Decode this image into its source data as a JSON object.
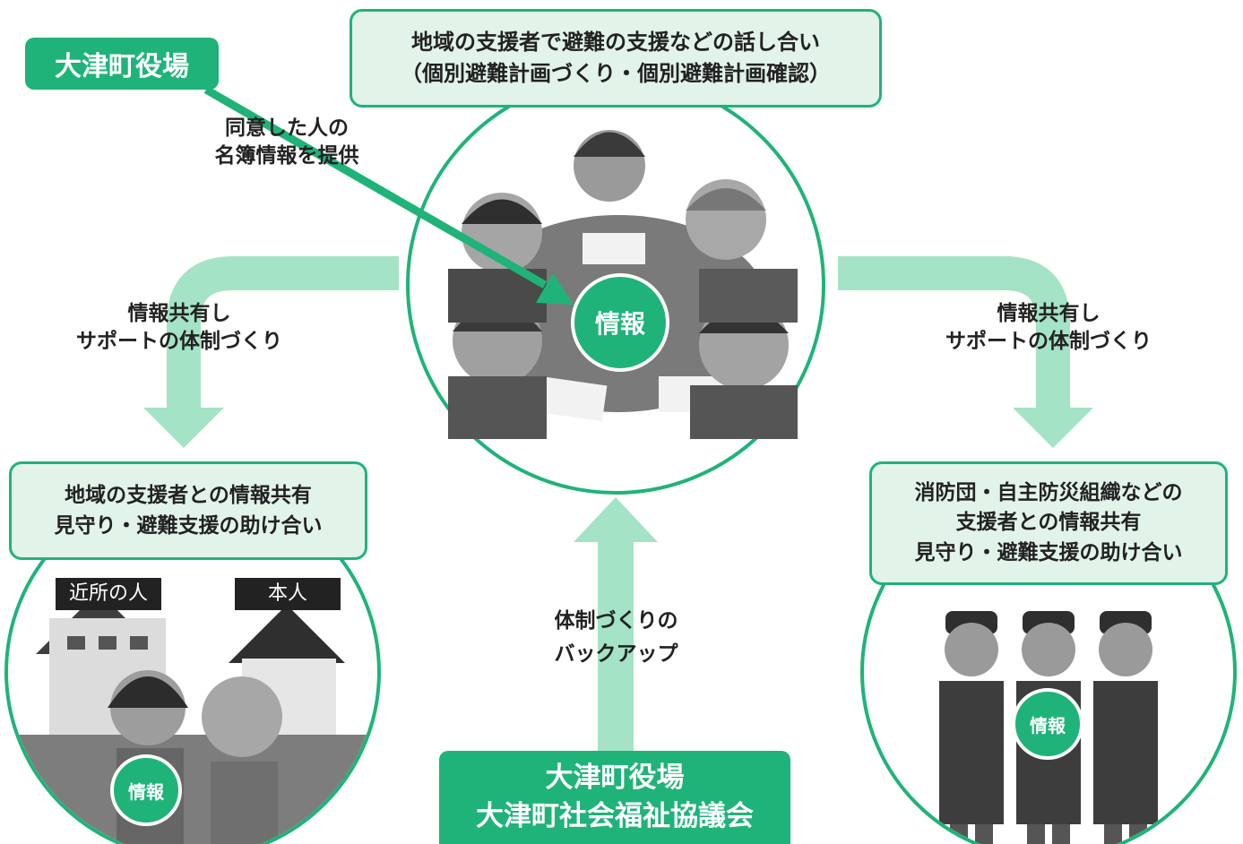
{
  "top_box": {
    "line1": "地域の支援者で避難の支援などの話し合い",
    "line2": "（個別避難計画づくり・個別避難計画確認）"
  },
  "town_hall_label": "大津町役場",
  "consent_text": {
    "line1": "同意した人の",
    "line2": "名簿情報を提供"
  },
  "center_badge": "情報",
  "left_branch": {
    "line1": "情報共有し",
    "line2": "サポートの体制づくり"
  },
  "right_branch": {
    "line1": "情報共有し",
    "line2": "サポートの体制づくり"
  },
  "left_box": {
    "line1": "地域の支援者との情報共有",
    "line2": "見守り・避難支援の助け合い"
  },
  "right_box": {
    "line1": "消防団・自主防災組織などの",
    "line2": "支援者との情報共有",
    "line3": "見守り・避難支援の助け合い"
  },
  "neighbor_tag": "近所の人",
  "self_tag": "本人",
  "left_badge": "情報",
  "right_badge": "情報",
  "backup_text": {
    "line1": "体制づくりの",
    "line2": "バックアップ"
  },
  "bottom_box": {
    "line1": "大津町役場",
    "line2": "大津町社会福祉協議会"
  },
  "colors": {
    "accent": "#1fb37a",
    "light_accent": "#e2f3ea",
    "arrow": "#a4e3c6"
  }
}
